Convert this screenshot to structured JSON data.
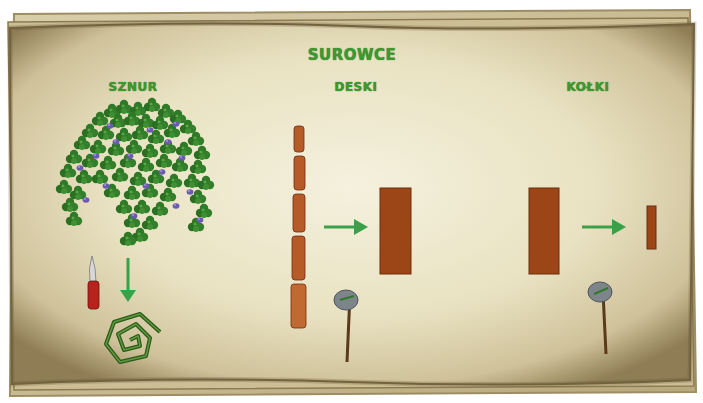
{
  "diagram": {
    "title": "SUROWCE",
    "labels": [
      "SZNUR",
      "DESKI",
      "KOŁKI"
    ]
  }
}
